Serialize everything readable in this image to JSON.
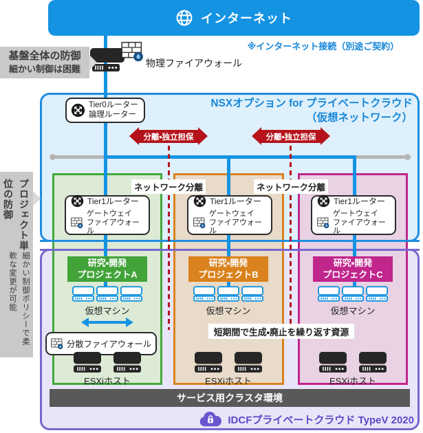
{
  "internet": {
    "label": "インターネット",
    "note": "※インターネット接続（別途ご契約）"
  },
  "physical_firewall": {
    "label": "物理ファイアウォール"
  },
  "callouts": {
    "infra": {
      "title": "基盤全体の防御",
      "subtitle": "細かい制御は困難"
    },
    "project": {
      "title": "プロジェクト単位の防御",
      "subtitle": "細かい制御ポリシーで柔軟な変更が可能"
    }
  },
  "nsx": {
    "title": "NSXオプション for プライベートクラウド",
    "subtitle": "（仮想ネットワーク）",
    "tier0": {
      "line1": "Tier0ルーター",
      "line2": "論理ルーター"
    },
    "separation_arrow": "分離・独立担保",
    "network_separation": "ネットワーク分離"
  },
  "tier1": {
    "router": "Tier1ルーター",
    "gateway_line1": "ゲートウェイ",
    "gateway_line2": "ファイアウォール"
  },
  "projects": [
    {
      "title_line1": "研究・開発",
      "title_line2": "プロジェクトA",
      "vm_label": "仮想マシン",
      "esxi_label": "ESXiホスト",
      "accent": "#42a339"
    },
    {
      "title_line1": "研究・開発",
      "title_line2": "プロジェクトB",
      "vm_label": "仮想マシン",
      "esxi_label": "ESXiホスト",
      "accent": "#d9821e"
    },
    {
      "title_line1": "研究・開発",
      "title_line2": "プロジェクトC",
      "vm_label": "仮想マシン",
      "esxi_label": "ESXiホスト",
      "accent": "#c0268c"
    }
  ],
  "distributed_firewall": {
    "label": "分散ファイアウォール"
  },
  "ephemeral_note": "短期間で生成・廃止を繰り返す資源",
  "service_cluster": "サービス用クラスタ環境",
  "brand": "IDCFプライベートクラウド TypeV 2020",
  "colors": {
    "primary_blue": "#1593e3",
    "nsx_fill": "#def0fb",
    "purple_border": "#7668cf",
    "purple_fill": "#e9e5f8",
    "brand_purple": "#5b49c8",
    "alert_red": "#b5121b",
    "green": "#42a339",
    "orange": "#d9821e",
    "magenta": "#c0268c",
    "service_bar_gray": "#595959"
  }
}
